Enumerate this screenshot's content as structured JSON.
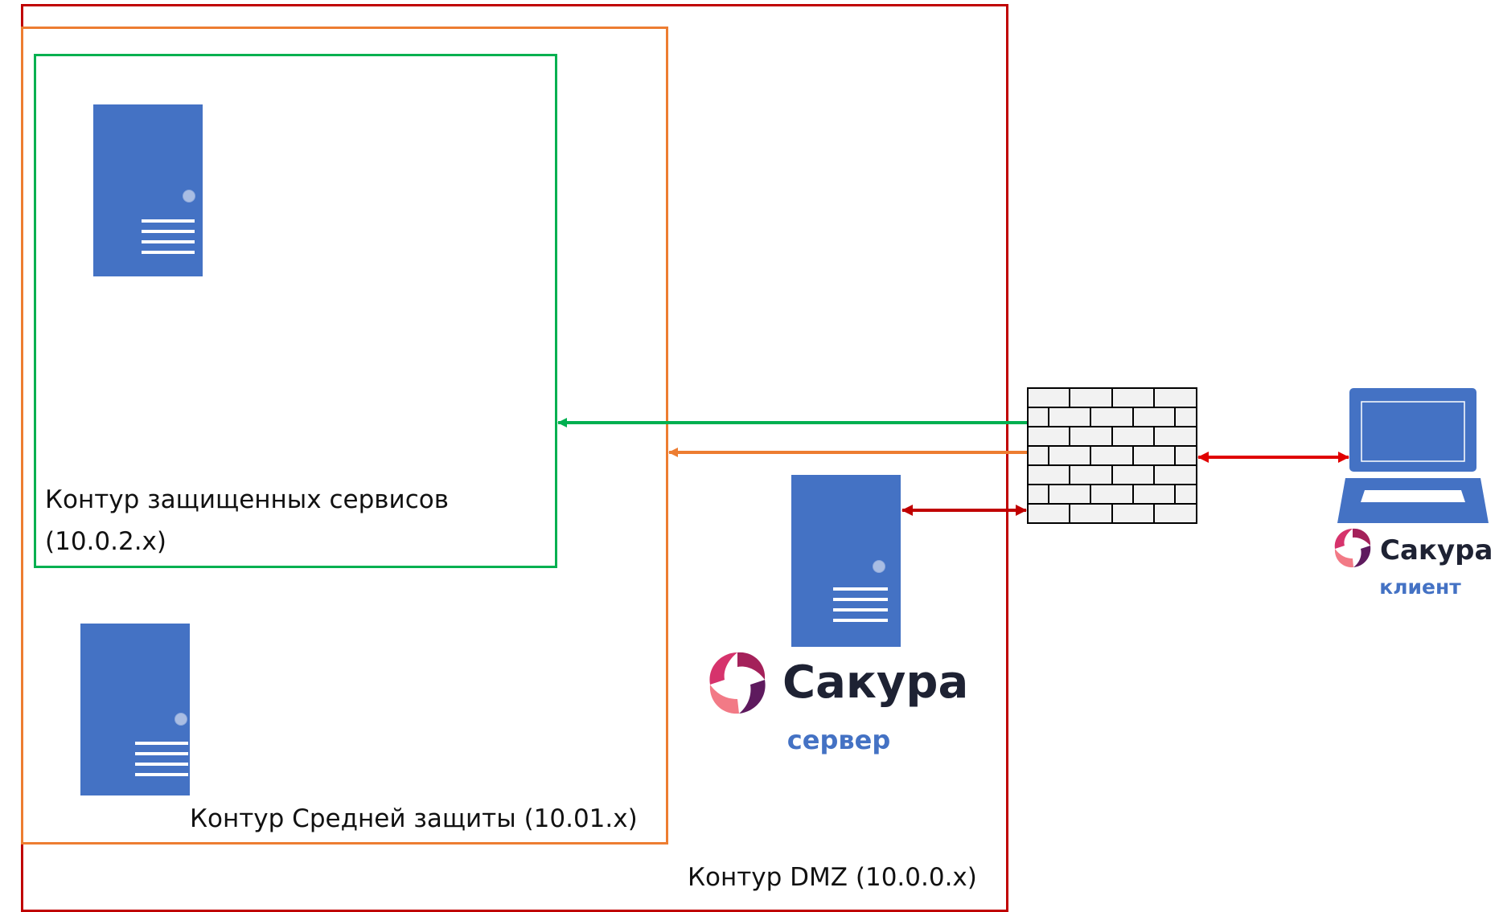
{
  "zones": {
    "secure": {
      "label_line1": "Контур защищенных сервисов",
      "label_line2": "(10.0.2.x)",
      "color": "#00b050"
    },
    "medium": {
      "label": "Контур Средней защиты  (10.01.x)",
      "color": "#ed7d31"
    },
    "dmz": {
      "label": "Контур DMZ (10.0.0.x)",
      "color": "#c00000"
    }
  },
  "logos": {
    "server": {
      "brand": "Сакура",
      "subtitle": "сервер"
    },
    "client": {
      "brand": "Сакура",
      "subtitle": "клиент"
    }
  },
  "colors": {
    "server_icon": "#4472c4",
    "server_accent": "#a9bde3",
    "brand_text": "#1e2233",
    "subtitle_text": "#4472c4",
    "firewall_fill": "#f2f2f2",
    "logo_petals": [
      "#f27a86",
      "#d6336c",
      "#a4215a",
      "#5e1a5e"
    ]
  },
  "icons": [
    "server-icon",
    "firewall-icon",
    "laptop-icon",
    "sakura-logo-icon"
  ]
}
